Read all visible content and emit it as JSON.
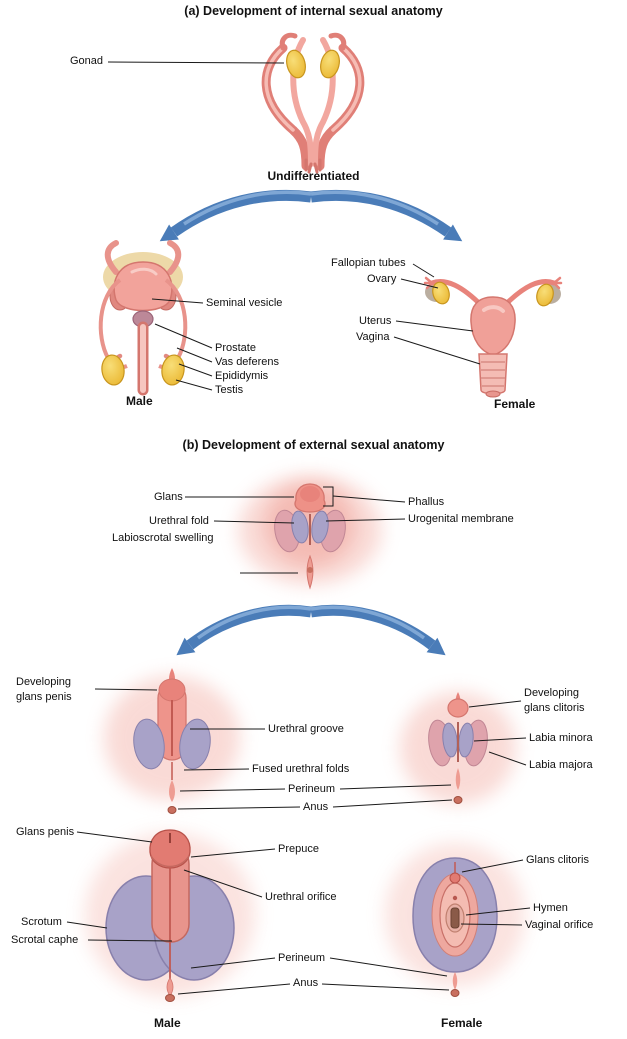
{
  "colors": {
    "skin_pink": "#F0A098",
    "outline_pink": "#D4766E",
    "gonad_yellow": "#EDBA34",
    "fold_purple": "#A8A2C8",
    "arrow_blue": "#4A7CB8",
    "text": "#111111",
    "background": "#FFFFFF"
  },
  "section_a": {
    "title": "(a) Development of internal sexual anatomy",
    "stage_label": "Undifferentiated",
    "male_label": "Male",
    "female_label": "Female",
    "callouts": {
      "gonad": "Gonad",
      "seminal_vesicle": "Seminal vesicle",
      "prostate": "Prostate",
      "vas_deferens": "Vas deferens",
      "epididymis": "Epididymis",
      "testis": "Testis",
      "fallopian_tubes": "Fallopian tubes",
      "ovary": "Ovary",
      "uterus": "Uterus",
      "vagina": "Vagina"
    }
  },
  "section_b": {
    "title": "(b) Development of external sexual anatomy",
    "male_label": "Male",
    "female_label": "Female",
    "callouts": {
      "glans": "Glans",
      "urethral_fold": "Urethral fold",
      "labioscrotal_swelling": "Labioscrotal swelling",
      "phallus": "Phallus",
      "urogenital_membrane": "Urogenital membrane",
      "developing_glans_penis": "Developing glans penis",
      "urethral_groove": "Urethral groove",
      "fused_urethral_folds": "Fused urethral folds",
      "perineum_developing": "Perineum",
      "anus_developing": "Anus",
      "developing_glans_clitoris": "Developing glans clitoris",
      "labia_minora": "Labia minora",
      "labia_majora": "Labia majora",
      "glans_penis": "Glans penis",
      "prepuce": "Prepuce",
      "urethral_orifice": "Urethral orifice",
      "scrotum": "Scrotum",
      "scrotal_raphe": "Scrotal caphe",
      "perineum_adult": "Perineum",
      "anus_adult": "Anus",
      "glans_clitoris": "Glans clitoris",
      "hymen": "Hymen",
      "vaginal_orifice": "Vaginal orifice"
    }
  }
}
